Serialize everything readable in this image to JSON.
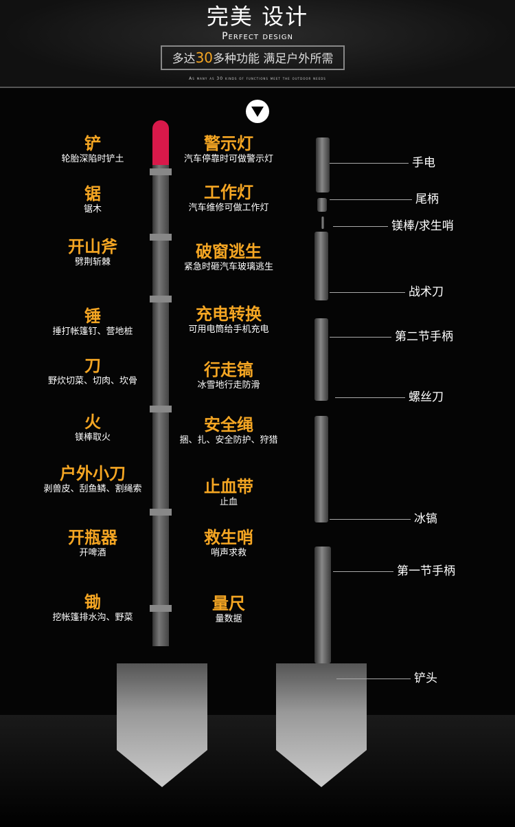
{
  "header": {
    "title": "完美 设计",
    "subtitle": "Perfect design",
    "banner_pre": "多达",
    "banner_num": "30",
    "banner_post": "多种功能 满足户外所需",
    "tagline": "As many as 30 kinds of functions meet the outdoor needs"
  },
  "left": [
    {
      "t": "铲",
      "d": "轮胎深陷时铲土"
    },
    {
      "t": "锯",
      "d": "锯木"
    },
    {
      "t": "开山斧",
      "d": "劈荆斩棘"
    },
    {
      "t": "锤",
      "d": "捶打帐篷钉、营地桩"
    },
    {
      "t": "刀",
      "d": "野炊切菜、切肉、坎骨"
    },
    {
      "t": "火",
      "d": "镁棒取火"
    },
    {
      "t": "户外小刀",
      "d": "剥兽皮、刮鱼鳞、割绳索"
    },
    {
      "t": "开瓶器",
      "d": "开啤酒"
    },
    {
      "t": "锄",
      "d": "挖帐篷排水沟、野菜"
    }
  ],
  "middle": [
    {
      "t": "警示灯",
      "d": "汽车停靠时可做警示灯"
    },
    {
      "t": "工作灯",
      "d": "汽车维修可做工作灯"
    },
    {
      "t": "破窗逃生",
      "d": "紧急时砸汽车玻璃逃生"
    },
    {
      "t": "充电转换",
      "d": "可用电筒给手机充电"
    },
    {
      "t": "行走镐",
      "d": "冰雪地行走防滑"
    },
    {
      "t": "安全绳",
      "d": "捆、扎、安全防护、狩猎"
    },
    {
      "t": "止血带",
      "d": "止血"
    },
    {
      "t": "救生哨",
      "d": "哨声求救"
    },
    {
      "t": "量尺",
      "d": "量数据"
    }
  ],
  "parts": [
    "手电",
    "尾柄",
    "镁棒/求生哨",
    "战术刀",
    "第二节手柄",
    "螺丝刀",
    "冰镐",
    "第一节手柄",
    "铲头"
  ]
}
